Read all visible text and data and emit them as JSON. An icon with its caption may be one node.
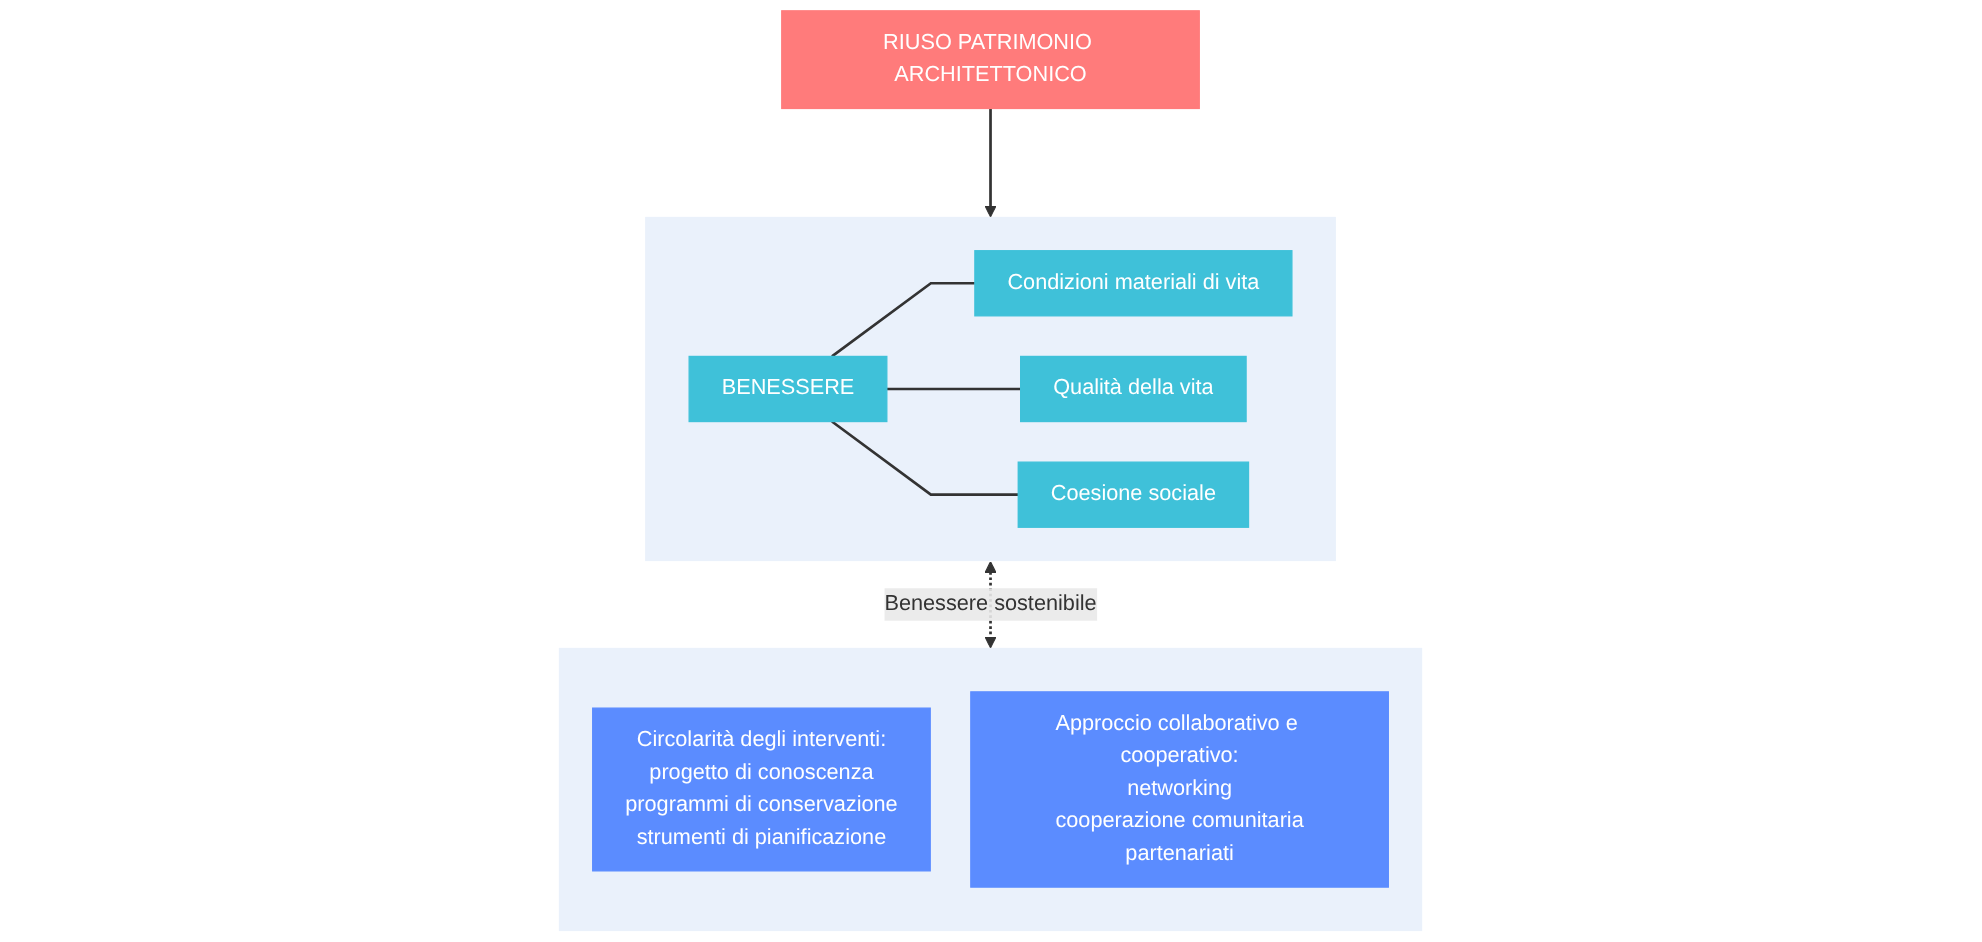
{
  "diagram": {
    "nodes": [
      {
        "text": [
          "RIUSO PATRIMONIO ARCHITETTONICO"
        ]
      },
      {
        "text": [],
        "shape": "box"
      },
      {
        "text": [
          "BENESSERE"
        ],
        "in": 1
      },
      {
        "text": [
          "Condizioni materiali di vita"
        ],
        "in": 1
      },
      {
        "text": [
          "Qualità della vita"
        ],
        "in": 1
      },
      {
        "text": [
          "Coesione sociale"
        ],
        "in": 1
      },
      {
        "text": [],
        "shape": "box"
      },
      {
        "text": [
          "Circolarità degli interventi:",
          "progetto di conoscenza",
          "programmi di conservazione",
          "strumenti di pianificazione"
        ],
        "in": 6
      },
      {
        "text": [
          "Approccio collaborativo e cooperativo:",
          "networking",
          "cooperazione comunitaria",
          "partenariati"
        ],
        "in": 6
      }
    ],
    "edges": [
      {
        "from": 0,
        "to": 1,
        "arrow": "to"
      },
      {
        "from": 2,
        "to": 3,
        "arrow": "none"
      },
      {
        "from": 2,
        "to": 4,
        "arrow": "none"
      },
      {
        "from": 2,
        "to": 5,
        "arrow": "none"
      },
      {
        "from": 1,
        "to": 6,
        "arrow": "both",
        "label": "Benessere sostenibile",
        "style": "dashed"
      }
    ]
  }
}
